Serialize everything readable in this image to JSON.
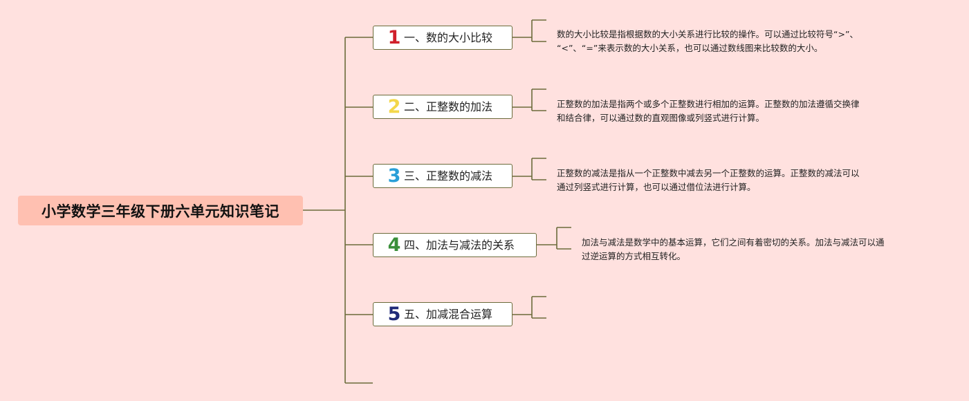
{
  "title": "小学数学三年级下册六单元知识笔记",
  "colors": {
    "background": "#ffe1df",
    "root_fill": "#ffc0b1",
    "connector": "#6b6b3a"
  },
  "topics": [
    {
      "number": "1",
      "number_color": "#d0202c",
      "label": "一、数的大小比较",
      "description_lines": [
        "数的大小比较是指根据数的大小关系进行比较的操作。可以通过比较符号“>”、",
        "“<”、“=”来表示数的大小关系，也可以通过数线图来比较数的大小。"
      ]
    },
    {
      "number": "2",
      "number_color": "#f3d74a",
      "label": "二、正整数的加法",
      "description_lines": [
        "正整数的加法是指两个或多个正整数进行相加的运算。正整数的加法遵循交换律",
        "和结合律，可以通过数的直观图像或列竖式进行计算。"
      ]
    },
    {
      "number": "3",
      "number_color": "#2a9fd8",
      "label": "三、正整数的减法",
      "description_lines": [
        "正整数的减法是指从一个正整数中减去另一个正整数的运算。正整数的减法可以",
        "通过列竖式进行计算，也可以通过借位法进行计算。"
      ]
    },
    {
      "number": "4",
      "number_color": "#3a8f3a",
      "label": "四、加法与减法的关系",
      "description_lines": [
        "加法与减法是数学中的基本运算，它们之间有着密切的关系。加法与减法可以通",
        "过逆运算的方式相互转化。"
      ]
    },
    {
      "number": "5",
      "number_color": "#1f2a78",
      "label": "五、加减混合运算",
      "description_lines": []
    }
  ]
}
